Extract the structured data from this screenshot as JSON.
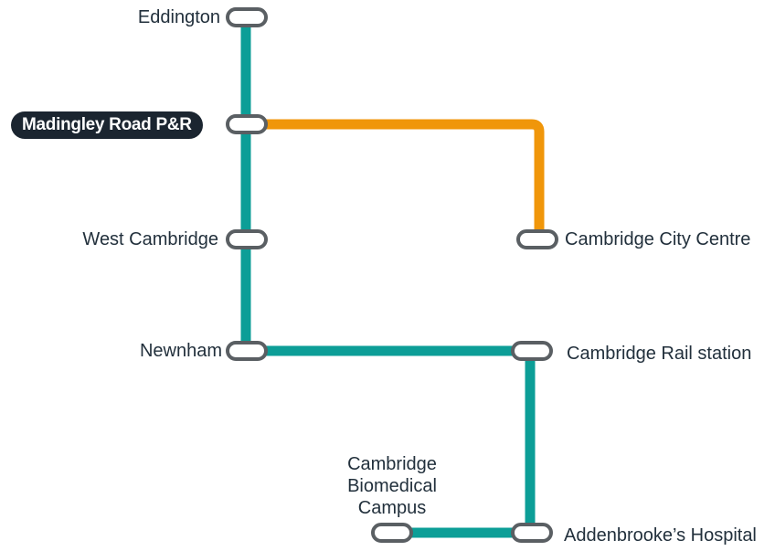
{
  "map": {
    "lines": [
      {
        "id": "teal",
        "color": "#0c9e97"
      },
      {
        "id": "orange",
        "color": "#f0960a"
      }
    ],
    "stations": {
      "eddington": "Eddington",
      "madingley": "Madingley Road P&R",
      "west_cambridge": "West Cambridge",
      "newnham": "Newnham",
      "city_centre": "Cambridge City Centre",
      "rail_station": "Cambridge Rail station",
      "biomedical_1": "Cambridge",
      "biomedical_2": "Biomedical",
      "biomedical_3": "Campus",
      "addenbrookes": "Addenbrooke’s Hospital"
    },
    "highlighted_station": "Madingley Road P&R",
    "stop_stroke_color": "#5a5f63"
  }
}
